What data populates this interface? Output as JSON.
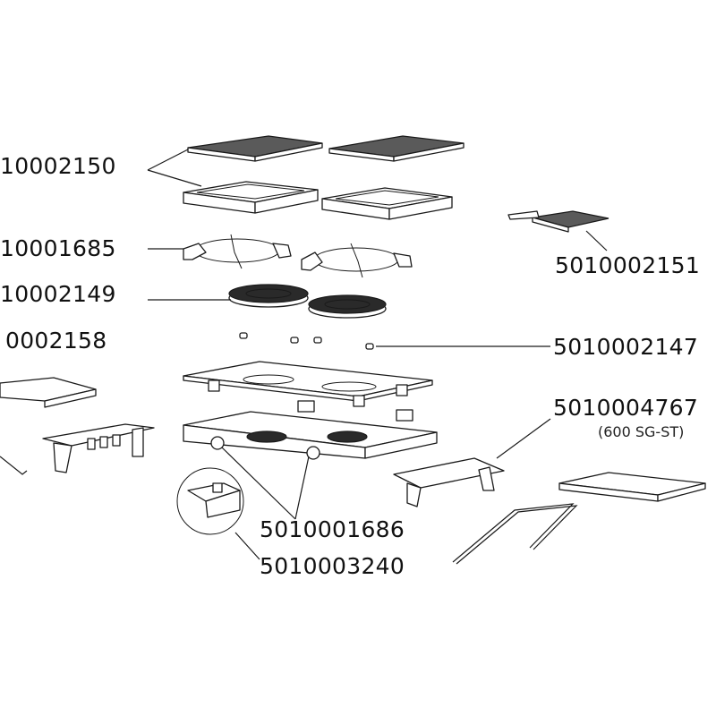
{
  "diagram": {
    "colors": {
      "line": "#1a1a1a",
      "grill": "#5a5a5a",
      "text": "#111111"
    },
    "labels": {
      "grill_plates": "10002150",
      "pan_supports": "10001685",
      "burners": "10002149",
      "feet_left": "0002158",
      "basket": "5010002151",
      "knob_screws": "5010002147",
      "side_shelf": "5010004767",
      "side_shelf_note": "(600 SG-ST)",
      "knobs": "5010001686",
      "valve_bracket": "5010003240"
    }
  }
}
